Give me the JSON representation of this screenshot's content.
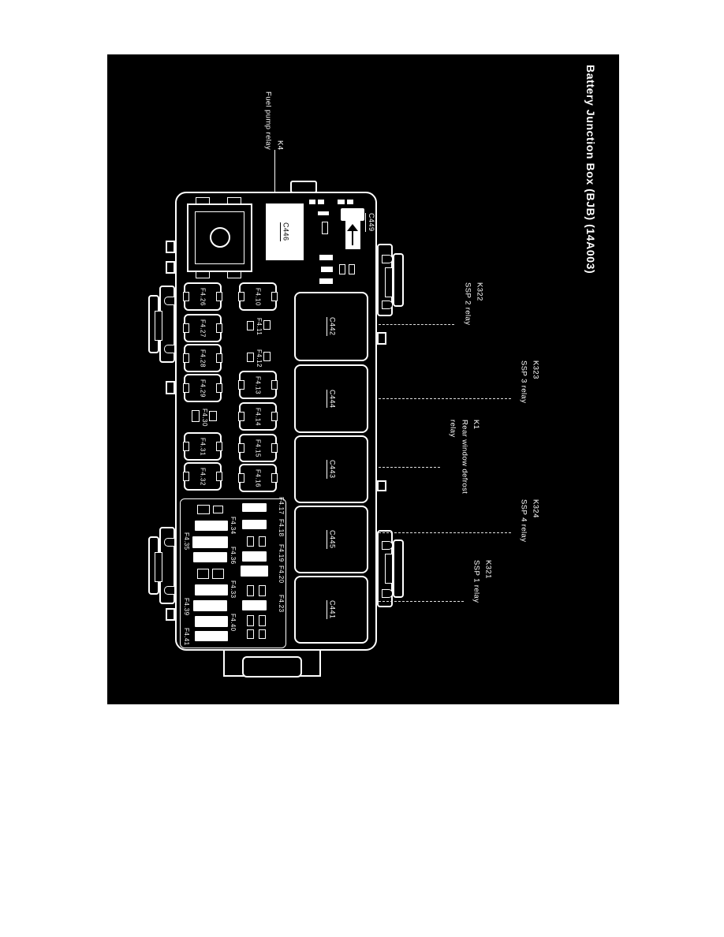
{
  "title": "Battery Junction Box (BJB) (14A003)",
  "colors": {
    "page_background": "#ffffff",
    "panel_background": "#000000",
    "line": "#ffffff"
  },
  "callouts": [
    {
      "id": "K4",
      "lines": [
        "K4",
        "Fuel pump relay"
      ]
    },
    {
      "id": "K322",
      "lines": [
        "K322",
        "SSP 2 relay"
      ]
    },
    {
      "id": "K323",
      "lines": [
        "K323",
        "SSP 3 relay"
      ]
    },
    {
      "id": "K1",
      "lines": [
        "K1",
        "Rear window defrost",
        "relay"
      ]
    },
    {
      "id": "K324",
      "lines": [
        "K324",
        "SSP 4 relay"
      ]
    },
    {
      "id": "K321",
      "lines": [
        "K321",
        "SSP 1 relay"
      ]
    }
  ],
  "connectors": {
    "c446": "C446",
    "c449": "C449",
    "large": [
      "C442",
      "C444",
      "C443",
      "C445",
      "C441"
    ]
  },
  "fuses": {
    "left_large": [
      "F4.26",
      "F4.27",
      "F4.28",
      "F4.29",
      "F4.31",
      "F4.32"
    ],
    "left_small": "F4.30",
    "mid_large": [
      "F4.10",
      "F4.13",
      "F4.14",
      "F4.15",
      "F4.16"
    ],
    "mid_small": [
      "F4.11",
      "F4.12"
    ],
    "bottom_right": [
      "F4.17",
      "F4.18",
      "F4.19",
      "F4.20",
      "F4.23"
    ],
    "bottom_mid": [
      "F4.34",
      "F4.36",
      "F4.33",
      "F4.40"
    ],
    "bottom_left": [
      "F4.35",
      "F4.39",
      "F4.41"
    ]
  }
}
